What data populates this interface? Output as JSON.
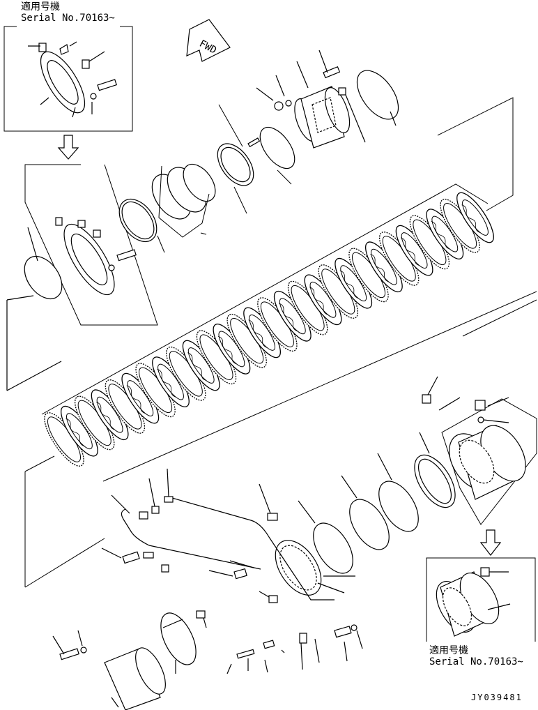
{
  "insets": {
    "top_left": {
      "line1": "適用号機",
      "line2": "Serial No.70163~"
    },
    "bottom_right": {
      "line1": "適用号機",
      "line2": "Serial No.70163~"
    }
  },
  "direction_marker": {
    "label": "FWD"
  },
  "figure_code": "JY039481",
  "colors": {
    "ink": "#000000",
    "paper": "#ffffff"
  }
}
